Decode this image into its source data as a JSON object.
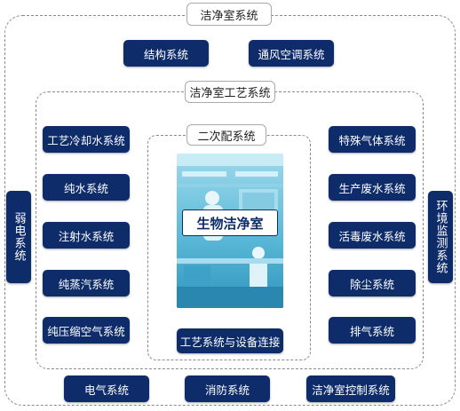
{
  "outer": {
    "title": "洁净室系统"
  },
  "top_row": [
    "结构系统",
    "通风空调系统"
  ],
  "process": {
    "title": "洁净室工艺系统"
  },
  "secondary": {
    "title": "二次配系统",
    "bottom": "工艺系统与设备连接"
  },
  "center": {
    "label": "生物洁净室"
  },
  "left_column": [
    "工艺冷却水系统",
    "纯水系统",
    "注射水系统",
    "纯蒸汽系统",
    "纯压缩空气系统"
  ],
  "right_column": [
    "特殊气体系统",
    "生产废水系统",
    "活毒废水系统",
    "除尘系统",
    "排气系统"
  ],
  "side": {
    "left": "弱电系统",
    "right": "环境监测系统"
  },
  "bottom_row": [
    "电气系统",
    "消防系统",
    "洁净室控制系统"
  ],
  "colors": {
    "box": "#0e2b6a",
    "dashed": "#8a8a8a",
    "photo_tint": "#4fb6d6"
  }
}
